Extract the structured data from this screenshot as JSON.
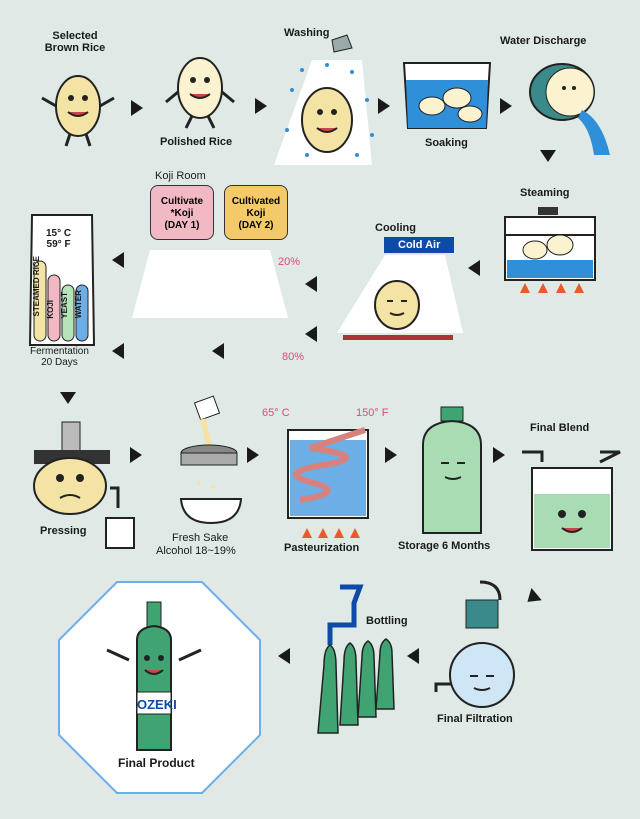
{
  "steps": {
    "selected_brown_rice": [
      "Selected",
      "Brown Rice"
    ],
    "polished_rice": "Polished Rice",
    "washing": "Washing",
    "water_discharge": "Water  Discharge",
    "soaking": "Soaking",
    "steaming": "Steaming",
    "cooling": "Cooling",
    "cold_air": "Cold  Air",
    "koji_room": "Koji Room",
    "cultivate_koji": [
      "Cultivate",
      "*Koji",
      "(DAY 1)"
    ],
    "cultivated_koji": [
      "Cultivated",
      "Koji",
      "(DAY 2)"
    ],
    "pct_20": "20%",
    "pct_80": "80%",
    "fermentation": [
      "Fermentation",
      "20 Days"
    ],
    "temperature": [
      "15° C",
      "59° F"
    ],
    "tank_labels": [
      "STEAMED RICE",
      "KOJI",
      "YEAST",
      "WATER"
    ],
    "pressing": "Pressing",
    "fresh_sake": [
      "Fresh  Sake",
      "Alcohol  18~19%"
    ],
    "pasteurization": "Pasteurization",
    "temp_c": "65° C",
    "temp_f": "150° F",
    "storage": "Storage  6  Months",
    "final_blend": "Final  Blend",
    "final_filtration": "Final  Filtration",
    "bottling": "Bottling",
    "final_product": "Final  Product",
    "brand": "OZEKI"
  },
  "colors": {
    "background": "#dfe9e6",
    "water": "#2f8fd8",
    "bottle_green": "#3fa472",
    "pink": "#e0487a",
    "koji_pink": "#f2b9c4",
    "koji_yellow": "#f4c96a"
  }
}
